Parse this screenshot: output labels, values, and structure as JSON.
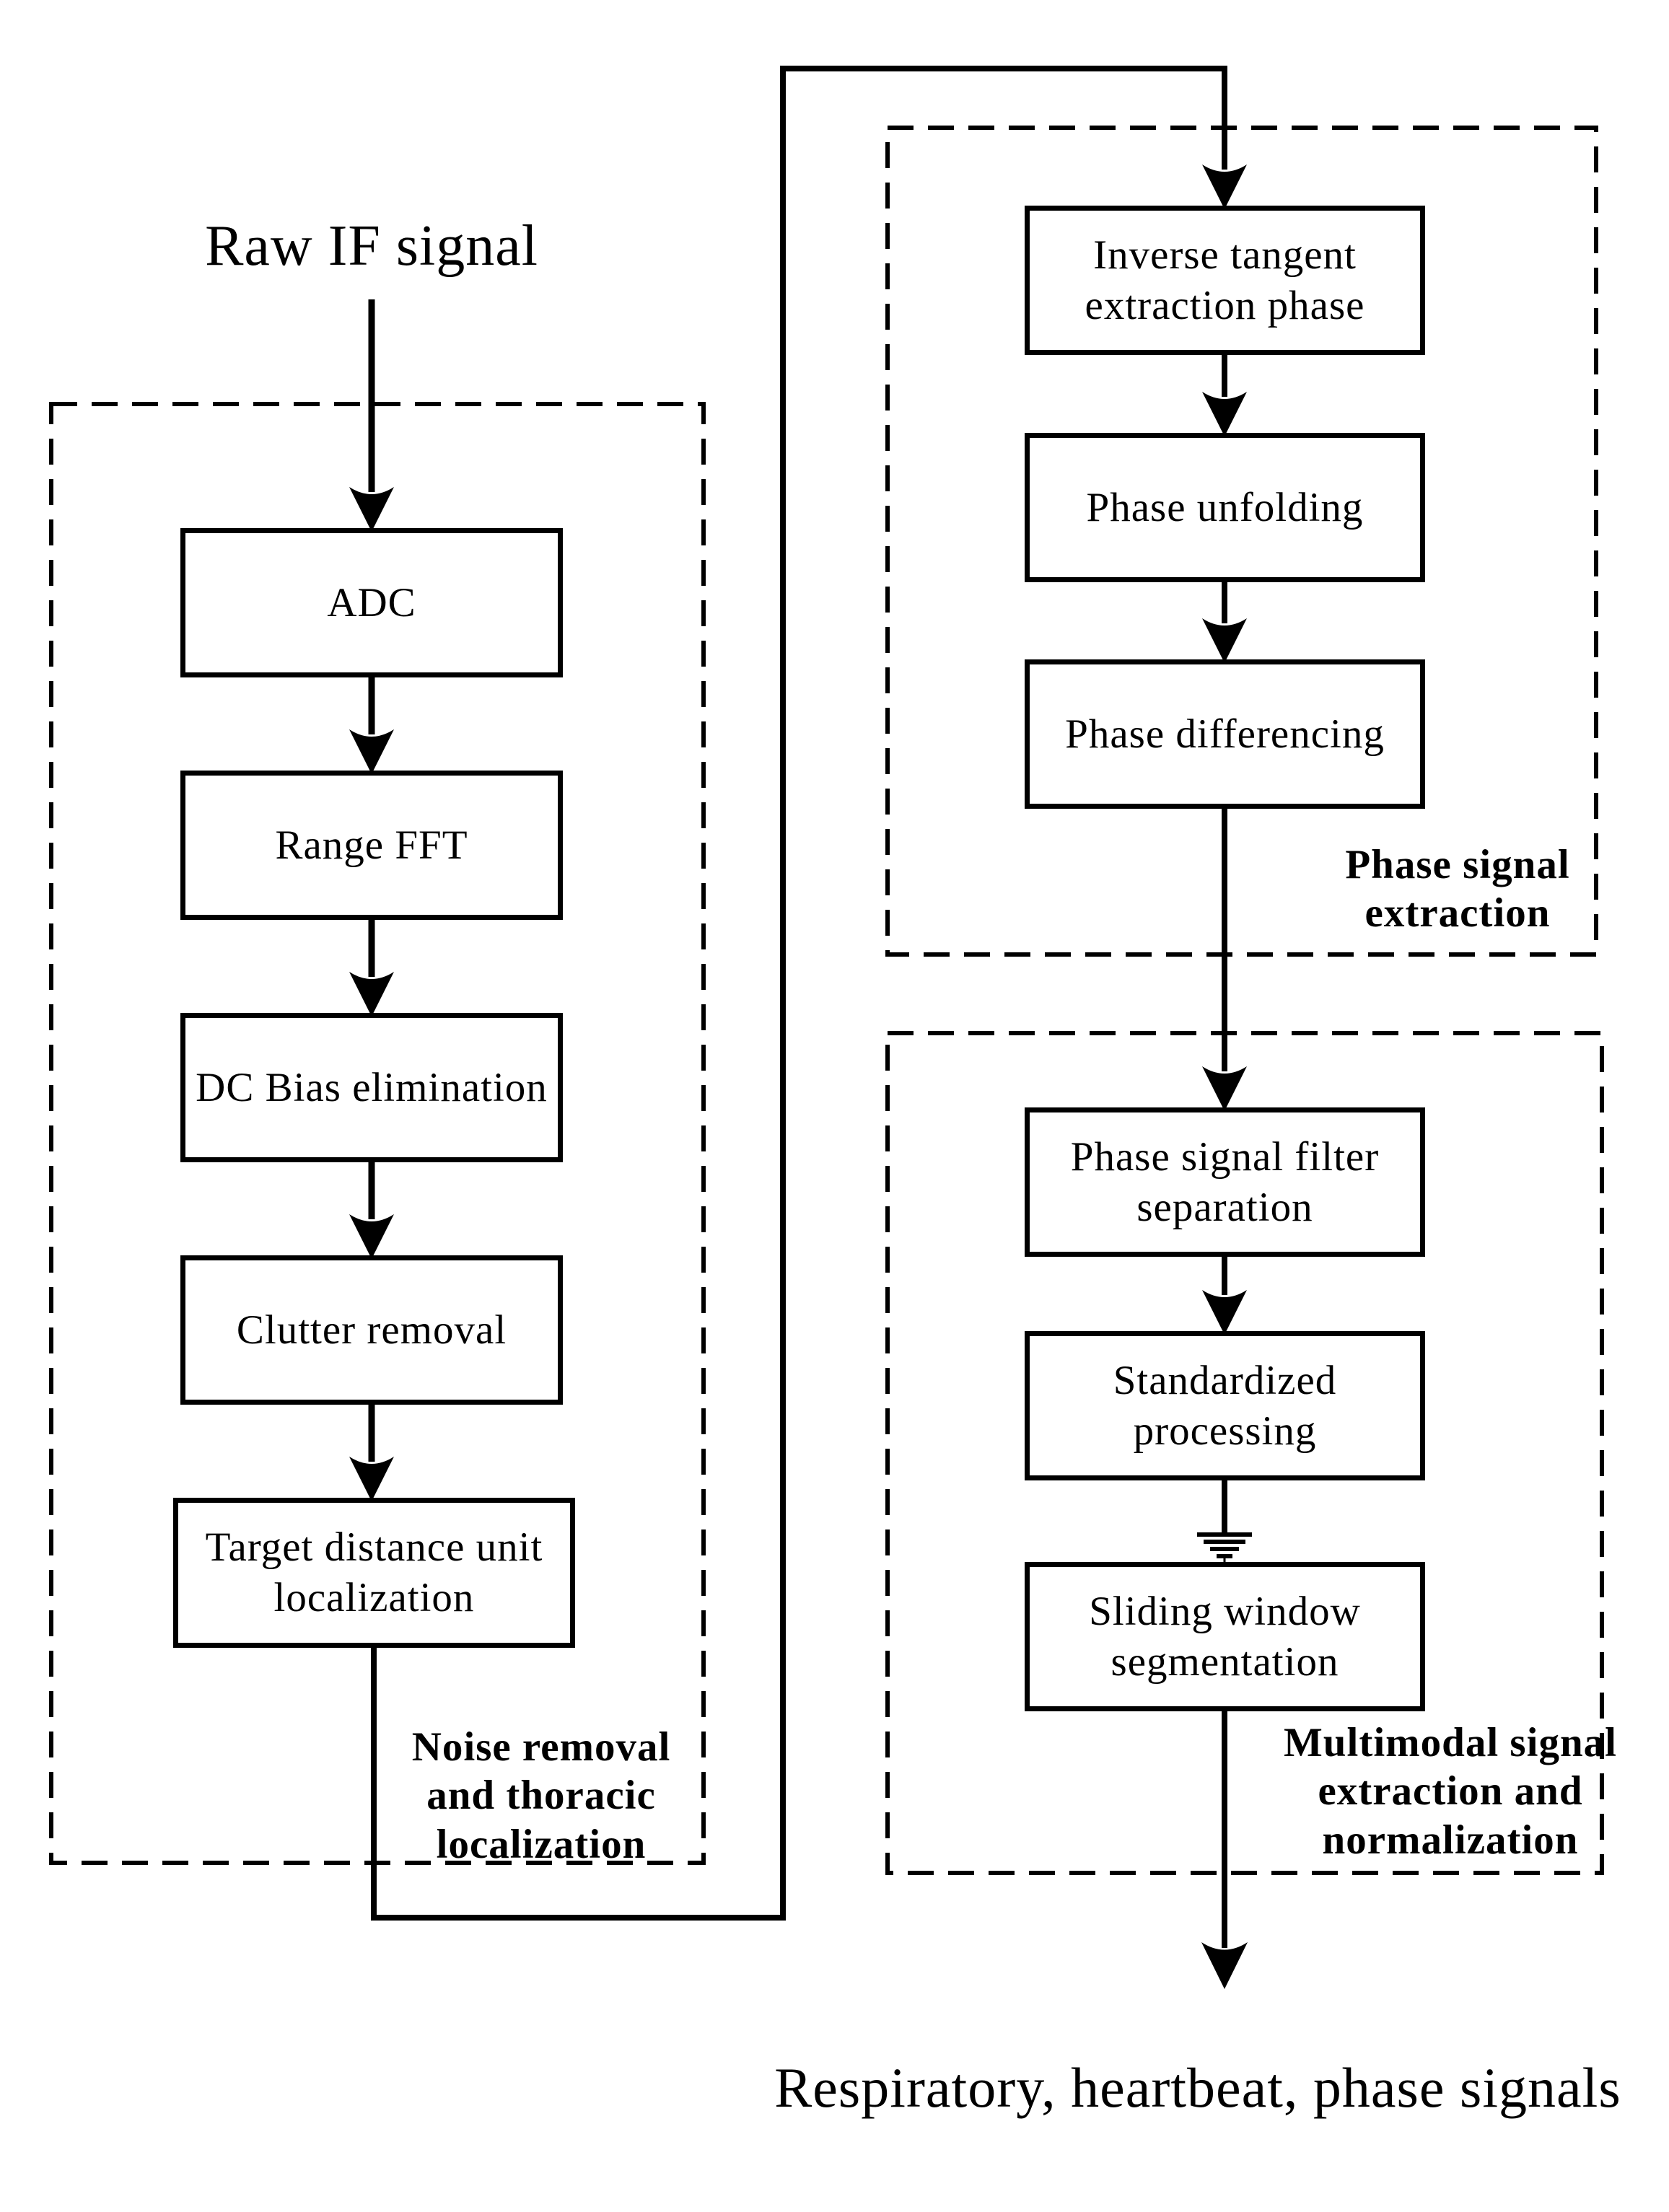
{
  "diagram": {
    "title": "Raw IF signal",
    "nodes": {
      "adc": {
        "label": "ADC"
      },
      "range_fft": {
        "label": "Range FFT"
      },
      "dc_bias": {
        "label": "DC Bias elimination"
      },
      "clutter": {
        "label": "Clutter removal"
      },
      "target": {
        "label": "Target distance unit localization"
      },
      "inverse_tangent": {
        "label": "Inverse tangent extraction phase"
      },
      "phase_unfolding": {
        "label": "Phase unfolding"
      },
      "phase_differencing": {
        "label": "Phase differencing"
      },
      "filter_separation": {
        "label": "Phase signal filter separation"
      },
      "standardized": {
        "label": "Standardized processing"
      },
      "sliding_window": {
        "label": "Sliding window segmentation"
      }
    },
    "groups": {
      "noise_removal": {
        "label": "Noise removal and thoracic localization"
      },
      "phase_extraction": {
        "label": "Phase signal extraction"
      },
      "multimodal": {
        "label": "Multimodal signal extraction and normalization"
      }
    },
    "output": "Respiratory, heartbeat, phase signals",
    "colors": {
      "ink": "#000000",
      "background": "#ffffff"
    }
  }
}
